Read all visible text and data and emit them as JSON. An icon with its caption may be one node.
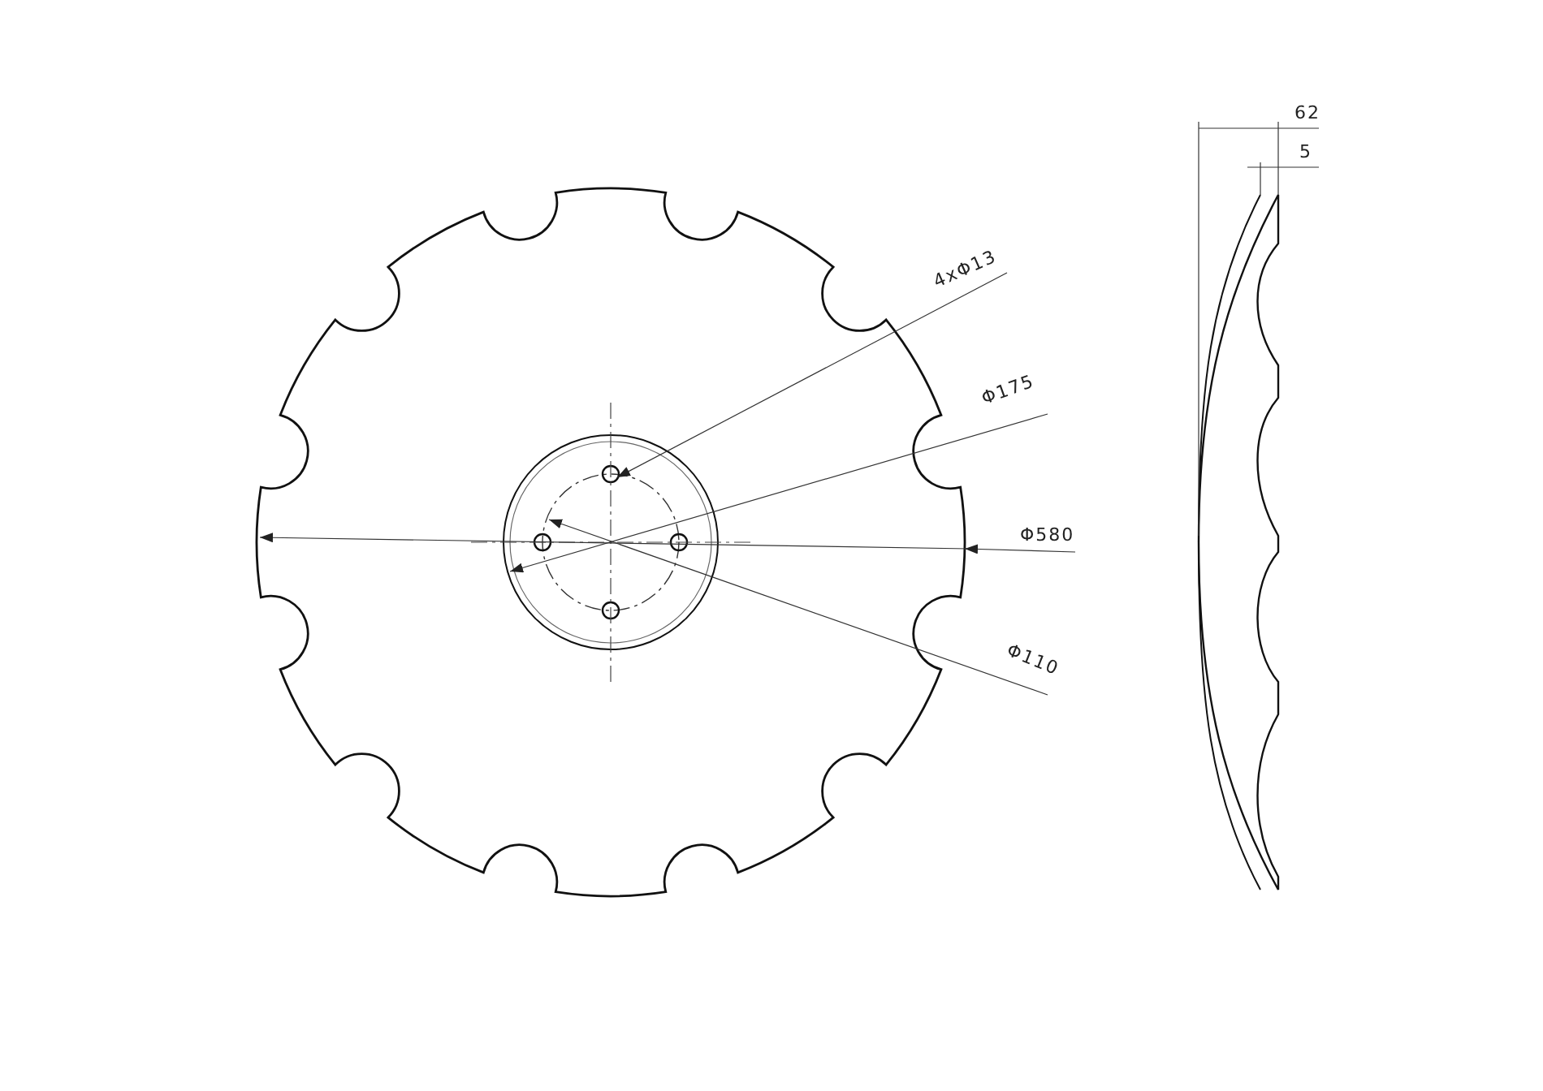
{
  "diagram": {
    "labels": [
      "4xΦ13",
      "Φ175",
      "Φ580",
      "Φ110",
      "62",
      "5"
    ]
  }
}
